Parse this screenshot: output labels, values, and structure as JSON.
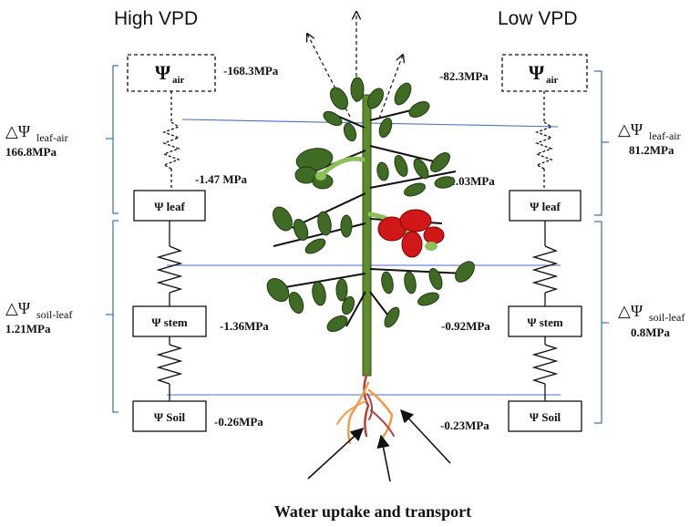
{
  "title_left": "High VPD",
  "title_right": "Low VPD",
  "caption": "Water uptake and transport",
  "psi_symbol": "Ψ",
  "delta_psi_symbol": "△Ψ",
  "left": {
    "air_box_sub": "air",
    "leaf_box": "Ψ leaf",
    "stem_box": "Ψ stem",
    "soil_box": "Ψ Soil",
    "air_value": "-168.3MPa",
    "leaf_value": "-1.47 MPa",
    "stem_value": "-1.36MPa",
    "soil_value": "-0.26MPa",
    "dpsi_leaf_air_sub": "leaf-air",
    "dpsi_leaf_air_value": "166.8MPa",
    "dpsi_soil_leaf_sub": "soil-leaf",
    "dpsi_soil_leaf_value": "1.21MPa"
  },
  "right": {
    "air_box_sub": "air",
    "leaf_box": "Ψ leaf",
    "stem_box": "Ψ stem",
    "soil_box": "Ψ Soil",
    "air_value": "-82.3MPa",
    "leaf_value": "-1.03MPa",
    "stem_value": "-0.92MPa",
    "soil_value": "-0.23MPa",
    "dpsi_leaf_air_sub": "leaf-air",
    "dpsi_leaf_air_value": "81.2MPa",
    "dpsi_soil_leaf_sub": "soil-leaf",
    "dpsi_soil_leaf_value": "0.8MPa"
  },
  "colors": {
    "bracket_blue": "#4472c4",
    "stem_green": "#5e8c2b",
    "leaf_dark": "#3f6b24",
    "leaf_light": "#8dc05a",
    "fruit_red": "#d01818",
    "root_red": "#b5403a",
    "root_orange": "#f09a4a",
    "ink": "#111111"
  }
}
